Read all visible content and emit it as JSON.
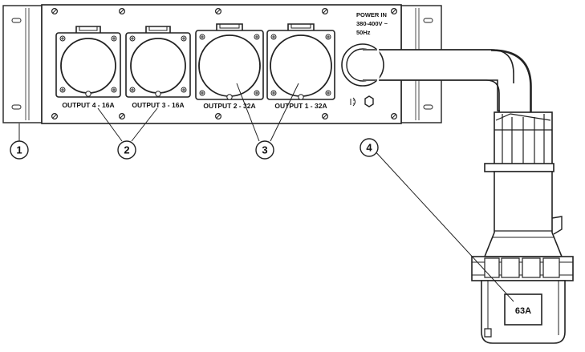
{
  "outputs": [
    {
      "label": "OUTPUT 4 - 16A"
    },
    {
      "label": "OUTPUT 3 - 16A"
    },
    {
      "label": "OUTPUT 2 - 32A"
    },
    {
      "label": "OUTPUT 1 - 32A"
    }
  ],
  "power_in": {
    "line1": "POWER IN",
    "line2": "380-400V ~",
    "line3": "50Hz"
  },
  "plug_rating": "63A",
  "callouts": [
    {
      "number": "1"
    },
    {
      "number": "2"
    },
    {
      "number": "3"
    },
    {
      "number": "4"
    }
  ]
}
